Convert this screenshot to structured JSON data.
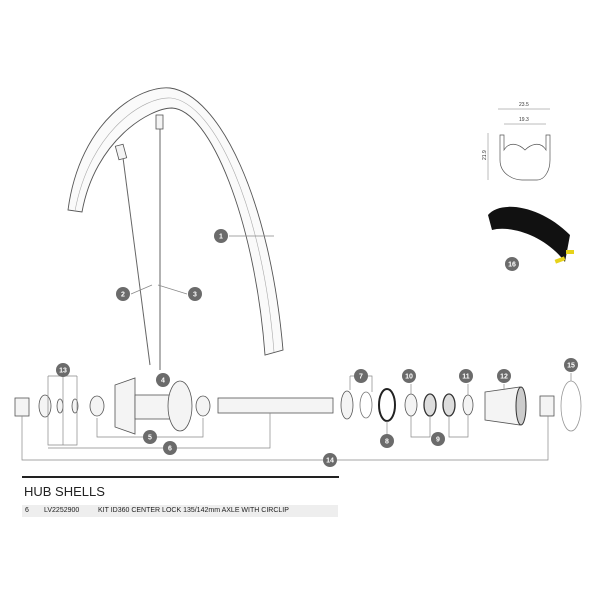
{
  "callouts": [
    "1",
    "2",
    "3",
    "4",
    "5",
    "6",
    "7",
    "8",
    "9",
    "10",
    "11",
    "12",
    "13",
    "14",
    "15",
    "16"
  ],
  "rim_profile": {
    "outer_width": "23.5",
    "inner_width": "19.3",
    "height": "21.9"
  },
  "section": {
    "title": "HUB SHELLS"
  },
  "parts_table": [
    {
      "ref": "6",
      "code": "LV2252900",
      "description": "KIT ID360 CENTER LOCK 135/142mm AXLE WITH CIRCLIP"
    }
  ],
  "colors": {
    "callout": "#6b6b6b",
    "line": "#555555",
    "tire_tube": "#111111",
    "valve": "#e6d21a"
  }
}
